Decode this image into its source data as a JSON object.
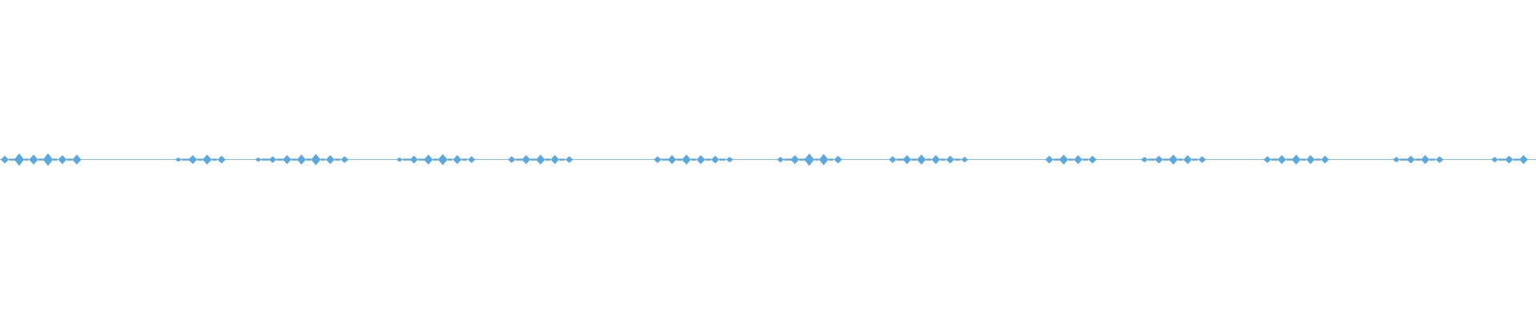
{
  "waveform": {
    "colors": {
      "background": "#ffffff",
      "wave": "#5ba8de",
      "centerline": "#7fbfe8"
    },
    "duration_fraction_per_burst": "relative",
    "bursts": [
      {
        "start": 0.0,
        "amps": [
          0.35,
          0.55,
          0.45,
          0.55,
          0.4,
          0.45
        ]
      },
      {
        "start": 0.113,
        "amps": [
          0.2,
          0.4,
          0.45,
          0.35
        ]
      },
      {
        "start": 0.165,
        "amps": [
          0.2,
          0.3,
          0.4,
          0.45,
          0.5,
          0.4,
          0.3
        ]
      },
      {
        "start": 0.257,
        "amps": [
          0.2,
          0.35,
          0.45,
          0.5,
          0.4,
          0.3
        ]
      },
      {
        "start": 0.33,
        "amps": [
          0.3,
          0.4,
          0.45,
          0.4,
          0.3
        ]
      },
      {
        "start": 0.425,
        "amps": [
          0.3,
          0.4,
          0.45,
          0.4,
          0.35,
          0.25
        ]
      },
      {
        "start": 0.505,
        "amps": [
          0.25,
          0.4,
          0.55,
          0.5,
          0.35
        ]
      },
      {
        "start": 0.578,
        "amps": [
          0.3,
          0.4,
          0.45,
          0.4,
          0.35,
          0.25
        ]
      },
      {
        "start": 0.68,
        "amps": [
          0.35,
          0.45,
          0.4,
          0.35
        ]
      },
      {
        "start": 0.742,
        "amps": [
          0.25,
          0.35,
          0.45,
          0.4,
          0.3
        ]
      },
      {
        "start": 0.822,
        "amps": [
          0.3,
          0.4,
          0.45,
          0.4,
          0.35
        ]
      },
      {
        "start": 0.906,
        "amps": [
          0.25,
          0.35,
          0.4,
          0.3
        ]
      },
      {
        "start": 0.97,
        "amps": [
          0.25,
          0.35,
          0.4
        ]
      }
    ]
  }
}
